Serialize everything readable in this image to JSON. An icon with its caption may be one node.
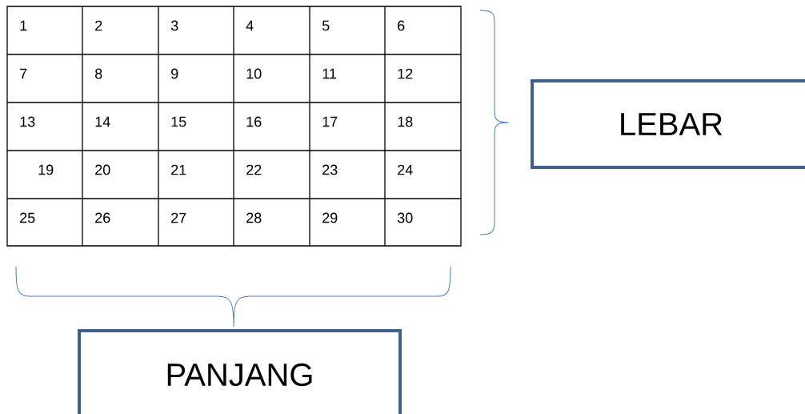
{
  "diagram": {
    "nodes": [
      {
        "text": [
          "LEBAR"
        ]
      },
      {
        "text": [
          "PANJANG"
        ]
      }
    ],
    "labels": [
      "1",
      "2",
      "3",
      "4",
      "5",
      "6",
      "7",
      "8",
      "9",
      "10",
      "11",
      "12",
      "13",
      "14",
      "15",
      "16",
      "17",
      "18",
      "19",
      "20",
      "21",
      "22",
      "23",
      "24",
      "25",
      "26",
      "27",
      "28",
      "29",
      "30"
    ]
  }
}
